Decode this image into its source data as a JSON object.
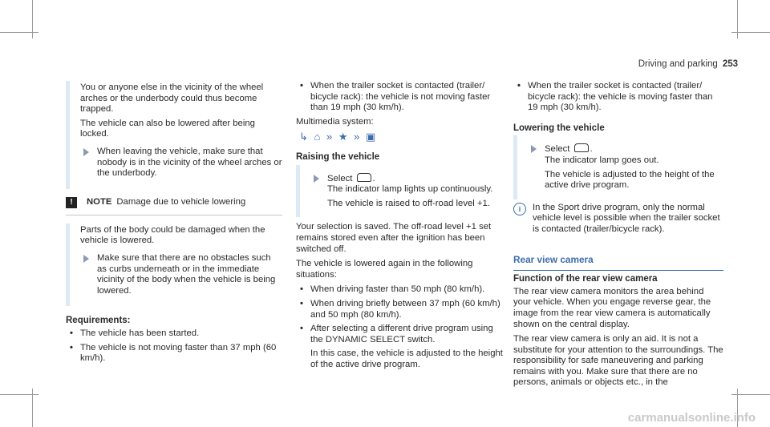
{
  "header": {
    "section": "Driving and parking",
    "page": "253"
  },
  "col1": {
    "box1": [
      "You or anyone else in the vicinity of the wheel arches or the underbody could thus become trapped.",
      "The vehicle can also be lowered after being locked."
    ],
    "box1_step": "When leaving the vehicle, make sure that nobody is in the vicinity of the wheel arches or the underbody.",
    "note_label": "NOTE",
    "note_title": "Damage due to vehicle lowering",
    "note_text": "Parts of the body could be damaged when the vehicle is lowered.",
    "note_step": "Make sure that there are no obstacles such as curbs underneath or in the immediate vicinity of the body when the vehicle is being lowered.",
    "req_title": "Requirements:",
    "req_items": [
      "The vehicle has been started.",
      "The vehicle is not moving faster than 37 mph (60 km/h)."
    ]
  },
  "col2": {
    "bullet1": "When the trailer socket is contacted (trailer/ bicycle rack): the vehicle is not moving faster than 19 mph (30 km/h).",
    "multimedia": "Multimedia system:",
    "raising_title": "Raising the vehicle",
    "select": "Select",
    "raise_p1": "The indicator lamp lights up continuously.",
    "raise_p2": "The vehicle is raised to off-road level +1.",
    "saved": "Your selection is saved. The off-road level +1 set remains stored even after the ignition has been switched off.",
    "lowered": "The vehicle is lowered again in the following situations:",
    "items": [
      "When driving faster than 50 mph (80 km/h).",
      "When driving briefly between 37 mph (60 km/h) and 50 mph (80 km/h).",
      "After selecting a different drive program using the DYNAMIC SELECT switch."
    ],
    "item_sub": "In this case, the vehicle is adjusted to the height of the active drive program."
  },
  "col3": {
    "bullet1": "When the trailer socket is contacted (trailer/ bicycle rack): the vehicle is moving faster than 19 mph (30 km/h).",
    "lowering_title": "Lowering the vehicle",
    "select": "Select",
    "low_p1": "The indicator lamp goes out.",
    "low_p2": "The vehicle is adjusted to the height of the active drive program.",
    "info": "In the Sport drive program, only the normal vehicle level is possible when the trailer socket is contacted (trailer/bicycle rack).",
    "section_title": "Rear view camera",
    "func_title": "Function of the rear view camera",
    "func_p1": "The rear view camera monitors the area behind your vehicle. When you engage reverse gear, the image from the rear view camera is automatically shown on the central display.",
    "func_p2": "The rear view camera is only an aid. It is not a substitute for your attention to the surroundings. The responsibility for safe maneuvering and parking remains with you. Make sure that there are no persons, animals or objects etc., in the"
  },
  "watermark": "carmanualsonline.info"
}
